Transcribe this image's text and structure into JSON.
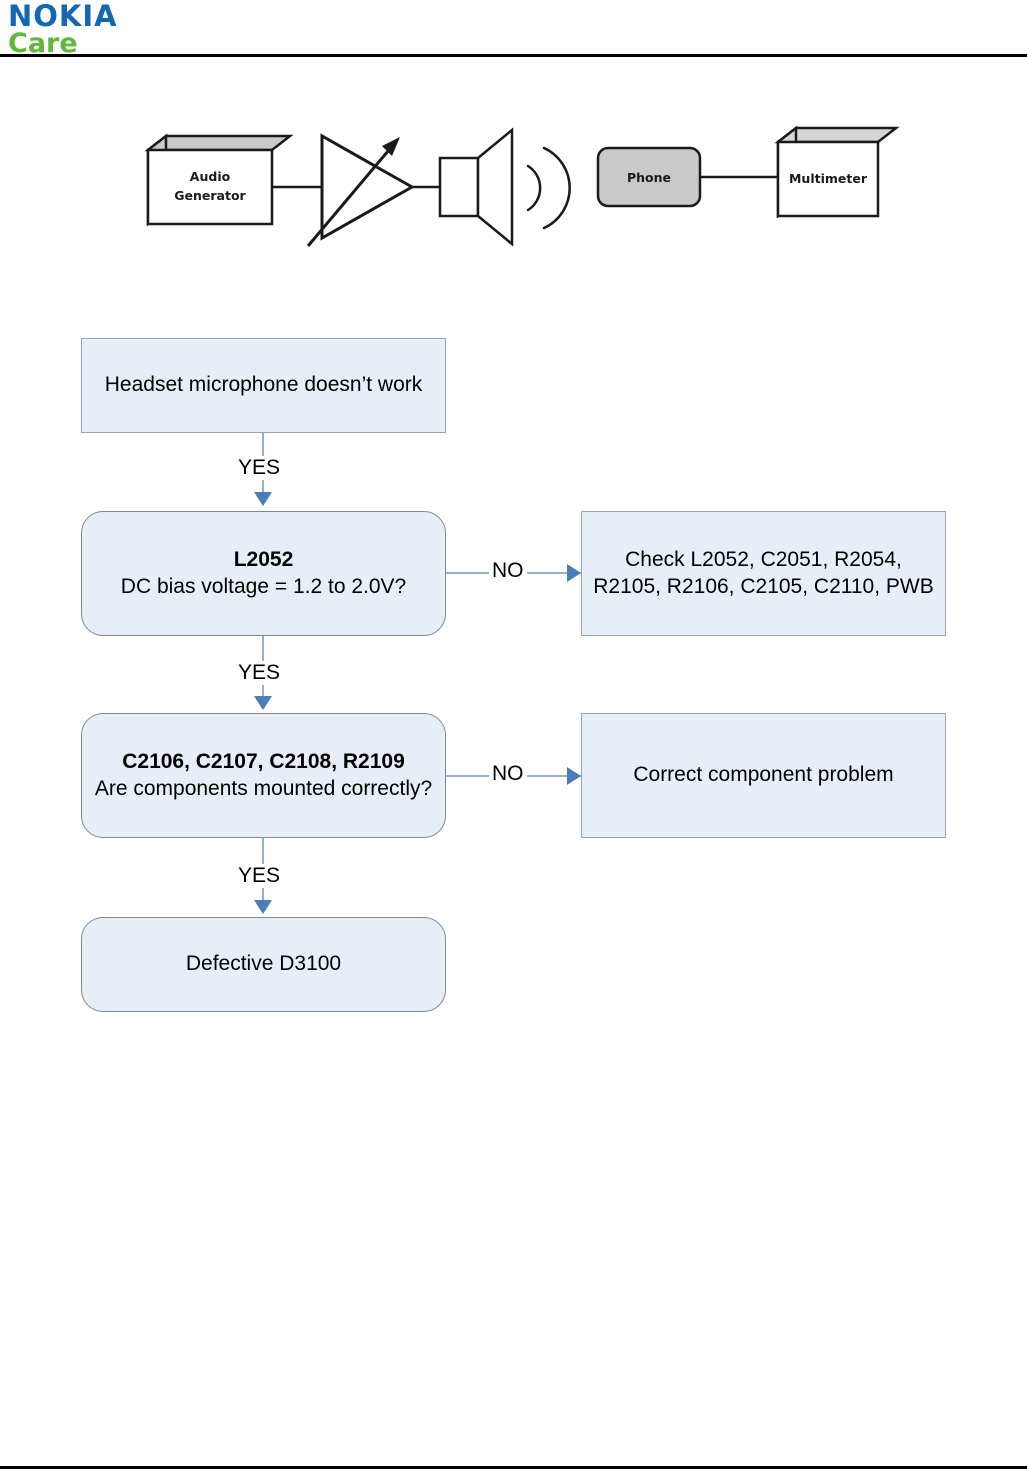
{
  "header": {
    "logo_primary": "NOKIA",
    "logo_secondary": "Care",
    "logo_primary_color": "#1268b3",
    "logo_secondary_color": "#63b83b"
  },
  "setup_diagram": {
    "title": "audio test setup",
    "labels": {
      "audio_generator_line1": "Audio",
      "audio_generator_line2": "Generator",
      "phone": "Phone",
      "multimeter": "Multimeter"
    },
    "icons": [
      "audio-generator-box-icon",
      "amplifier-triangle-icon",
      "speaker-icon",
      "sound-waves-icon",
      "phone-box-icon",
      "multimeter-box-icon"
    ]
  },
  "flowchart": {
    "nodes": [
      {
        "id": "start",
        "shape": "rectangle",
        "title": "",
        "text": "Headset microphone doesn’t work"
      },
      {
        "id": "check-l2052",
        "shape": "rounded",
        "title": "L2052",
        "text": "DC bias voltage = 1.2 to 2.0V?"
      },
      {
        "id": "result-l2052-no",
        "shape": "rectangle",
        "title": "",
        "text": "Check L2052, C2051, R2054, R2105, R2106, C2105, C2110, PWB"
      },
      {
        "id": "check-components",
        "shape": "rounded",
        "title": "C2106, C2107, C2108, R2109",
        "text": "Are components mounted correctly?"
      },
      {
        "id": "result-components-no",
        "shape": "rectangle",
        "title": "",
        "text": "Correct component problem"
      },
      {
        "id": "defective",
        "shape": "rounded",
        "title": "",
        "text": "Defective D3100"
      }
    ],
    "edges": [
      {
        "id": "start-to-l2052",
        "label": "YES",
        "direction": "down"
      },
      {
        "id": "l2052-to-result",
        "label": "NO",
        "direction": "right"
      },
      {
        "id": "l2052-to-components",
        "label": "YES",
        "direction": "down"
      },
      {
        "id": "components-to-result",
        "label": "NO",
        "direction": "right"
      },
      {
        "id": "components-to-defective",
        "label": "YES",
        "direction": "down"
      }
    ],
    "colors": {
      "node_fill": "#e8eef8",
      "node_border": "#9aa4b0",
      "connector_line": "#93adda",
      "arrow_head": "#4a7ebb"
    }
  }
}
